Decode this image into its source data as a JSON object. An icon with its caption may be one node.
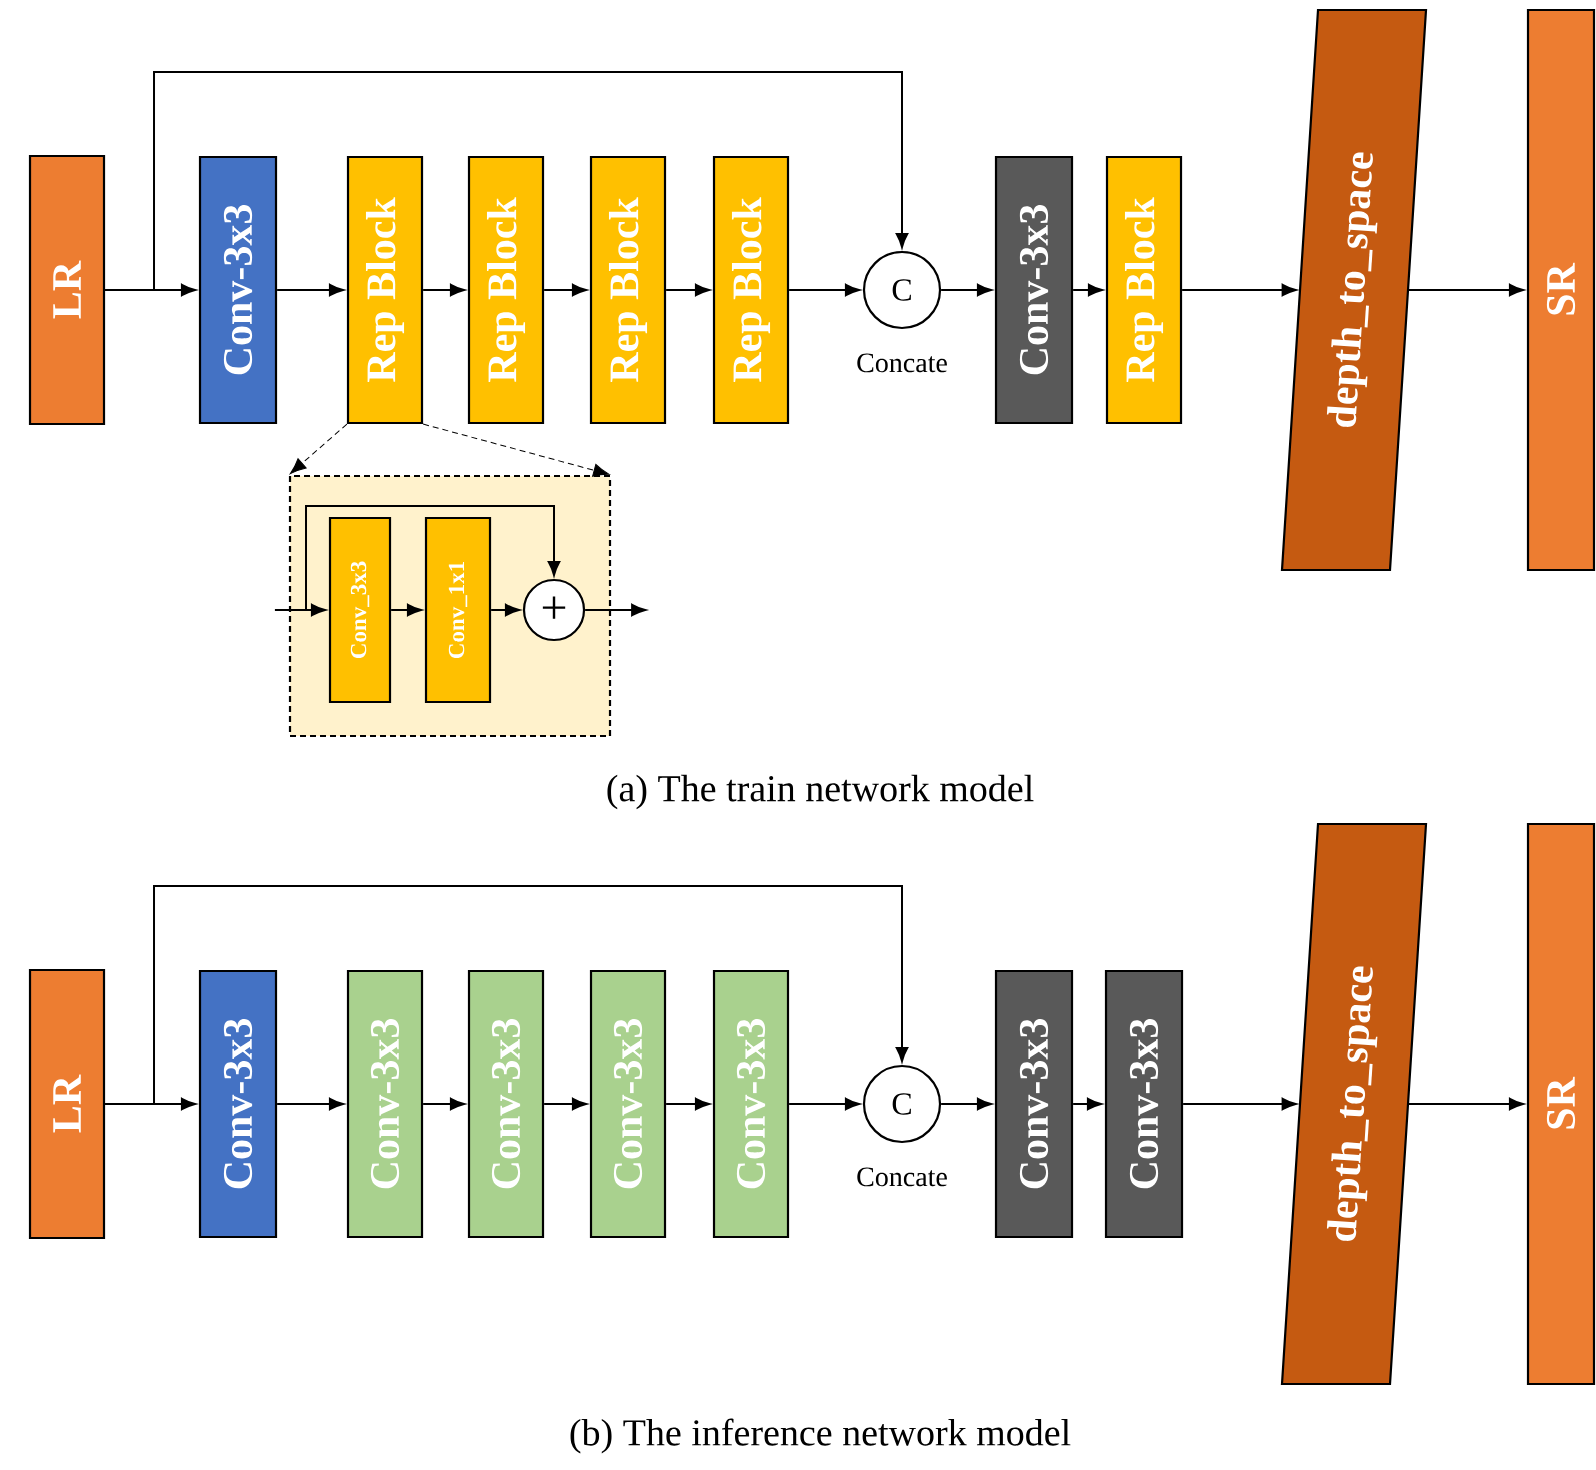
{
  "diagram": {
    "nodes": [
      {
        "text": [
          "LR"
        ]
      },
      {
        "text": [
          "Conv-3x3"
        ]
      },
      {
        "text": [
          "Rep Block"
        ]
      },
      {
        "text": [
          "Rep Block"
        ]
      },
      {
        "text": [
          "Rep Block"
        ]
      },
      {
        "text": [
          "Rep Block"
        ]
      },
      {
        "text": [
          "C"
        ],
        "beside": [
          "Concate"
        ]
      },
      {
        "text": [
          "Conv-3x3"
        ]
      },
      {
        "text": [
          "Rep Block"
        ]
      },
      {
        "text": [
          "depth_to_space"
        ]
      },
      {
        "text": [
          "SR"
        ]
      },
      {
        "text": [],
        "shape": "box"
      },
      {
        "text": [
          "Conv_3x3"
        ],
        "in": 11
      },
      {
        "text": [
          "Conv_1x1"
        ],
        "in": 11
      },
      {
        "text": [
          "+"
        ],
        "in": 11
      },
      {
        "text": [
          "LR"
        ]
      },
      {
        "text": [
          "Conv-3x3"
        ]
      },
      {
        "text": [
          "Conv-3x3"
        ]
      },
      {
        "text": [
          "Conv-3x3"
        ]
      },
      {
        "text": [
          "Conv-3x3"
        ]
      },
      {
        "text": [
          "Conv-3x3"
        ]
      },
      {
        "text": [
          "C"
        ],
        "beside": [
          "Concate"
        ]
      },
      {
        "text": [
          "Conv-3x3"
        ]
      },
      {
        "text": [
          "Conv-3x3"
        ]
      },
      {
        "text": [
          "depth_to_space"
        ]
      },
      {
        "text": [
          "SR"
        ]
      }
    ],
    "edges": [
      {
        "from": 0,
        "to": 1,
        "arrow": "to"
      },
      {
        "from": 0,
        "to": 6,
        "arrow": "to"
      },
      {
        "from": 1,
        "to": 2,
        "arrow": "to"
      },
      {
        "from": 2,
        "to": 3,
        "arrow": "to"
      },
      {
        "from": 3,
        "to": 4,
        "arrow": "to"
      },
      {
        "from": 4,
        "to": 5,
        "arrow": "to"
      },
      {
        "from": 5,
        "to": 6,
        "arrow": "to"
      },
      {
        "from": 6,
        "to": 7,
        "arrow": "to"
      },
      {
        "from": 7,
        "to": 8,
        "arrow": "to"
      },
      {
        "from": 8,
        "to": 9,
        "arrow": "to"
      },
      {
        "from": 9,
        "to": 10,
        "arrow": "to"
      },
      {
        "from": 2,
        "to": 11,
        "arrow": "to",
        "style": "dashed"
      },
      {
        "from": 2,
        "to": 11,
        "arrow": "to",
        "style": "dashed"
      },
      {
        "from": null,
        "to": 12,
        "arrow": "to"
      },
      {
        "from": 12,
        "to": 13,
        "arrow": "to"
      },
      {
        "from": 13,
        "to": 14,
        "arrow": "to"
      },
      {
        "from": null,
        "to": 14,
        "arrow": "to"
      },
      {
        "from": 14,
        "to": null,
        "arrow": "to"
      },
      {
        "from": 15,
        "to": 16,
        "arrow": "to"
      },
      {
        "from": 15,
        "to": 21,
        "arrow": "to"
      },
      {
        "from": 16,
        "to": 17,
        "arrow": "to"
      },
      {
        "from": 17,
        "to": 18,
        "arrow": "to"
      },
      {
        "from": 18,
        "to": 19,
        "arrow": "to"
      },
      {
        "from": 19,
        "to": 20,
        "arrow": "to"
      },
      {
        "from": 20,
        "to": 21,
        "arrow": "to"
      },
      {
        "from": 21,
        "to": 22,
        "arrow": "to"
      },
      {
        "from": 22,
        "to": 23,
        "arrow": "to"
      },
      {
        "from": 23,
        "to": 24,
        "arrow": "to"
      },
      {
        "from": 24,
        "to": 25,
        "arrow": "to"
      }
    ],
    "labels": [
      "(a) The train network model",
      "(b) The inference network model"
    ]
  }
}
